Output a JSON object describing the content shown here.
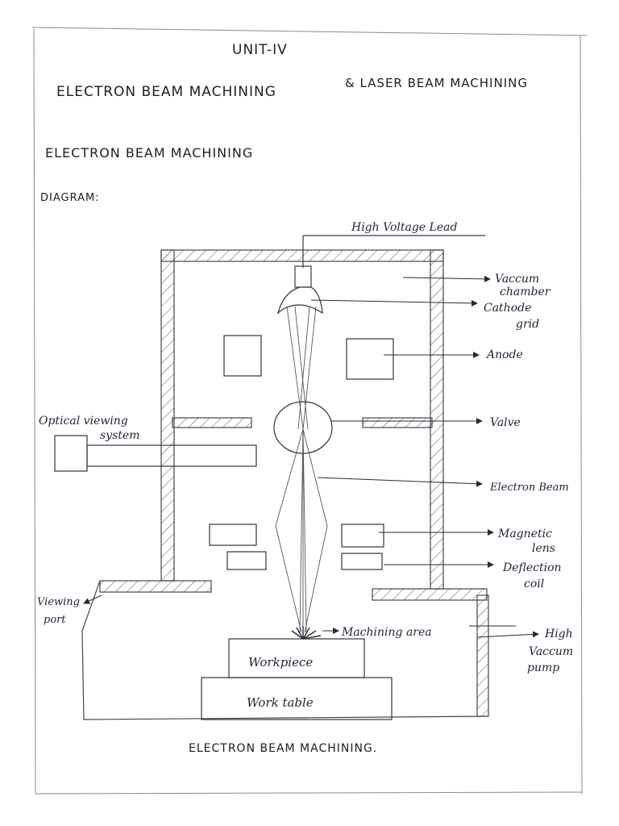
{
  "header": {
    "unit": "UNIT-IV",
    "title_left": "ELECTRON BEAM MACHINING",
    "title_right": "& LASER BEAM MACHINING"
  },
  "section": {
    "heading": "ELECTRON BEAM MACHINING",
    "subheading": "DIAGRAM:"
  },
  "diagram": {
    "labels": {
      "high_voltage_lead": "High Voltage Lead",
      "vacuum_chamber_1": "Vaccum",
      "vacuum_chamber_2": "chamber",
      "cathode_1": "Cathode",
      "cathode_2": "grid",
      "anode": "Anode",
      "valve": "Valve",
      "optical_1": "Optical viewing",
      "optical_2": "system",
      "electron_beam": "Electron Beam",
      "magnetic_1": "Magnetic",
      "magnetic_2": "lens",
      "deflection_1": "Deflection",
      "deflection_2": "coil",
      "viewing_1": "Viewing",
      "viewing_2": "port",
      "machining_area": "Machining area",
      "high_vac_1": "High",
      "high_vac_2": "Vaccum",
      "high_vac_3": "pump",
      "workpiece": "Workpiece",
      "work_table": "Work table"
    },
    "caption": "ELECTRON BEAM MACHINING."
  },
  "colors": {
    "ink": "#1e1e2a",
    "pencil": "#55555f"
  }
}
